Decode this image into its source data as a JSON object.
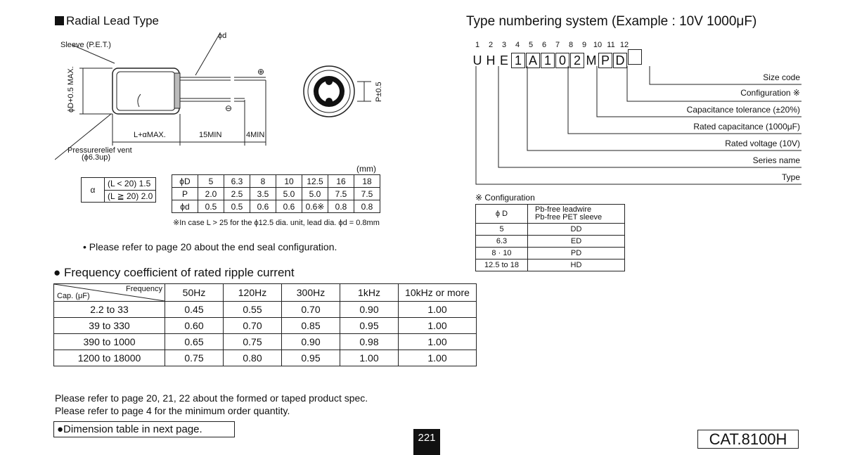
{
  "radial": {
    "title": "Radial Lead Type",
    "sleeve": "Sleeve (P.E.T.)",
    "phid": "ϕd",
    "phiD": "ϕD+0.5 MAX.",
    "vent1": "Pressurerelief vent",
    "vent2": "(ϕ6.3up)",
    "lmax": "L+αMAX.",
    "l15": "15MIN",
    "l4": "4MIN",
    "p": "P±0.5",
    "plus": "⊕",
    "minus": "⊖"
  },
  "alpha": {
    "label": "α",
    "row1": "(L < 20) 1.5",
    "row2": "(L ≧ 20) 2.0"
  },
  "dim": {
    "unit": "(mm)",
    "rows": [
      [
        "ϕD",
        "5",
        "6.3",
        "8",
        "10",
        "12.5",
        "16",
        "18"
      ],
      [
        "P",
        "2.0",
        "2.5",
        "3.5",
        "5.0",
        "5.0",
        "7.5",
        "7.5"
      ],
      [
        "ϕd",
        "0.5",
        "0.5",
        "0.6",
        "0.6",
        "0.6※",
        "0.8",
        "0.8"
      ]
    ],
    "note": "※In case L > 25 for the ϕ12.5 dia. unit, lead dia. ϕd = 0.8mm"
  },
  "endseal": "• Please refer to page 20 about the end seal configuration.",
  "freq": {
    "title": "Frequency coefficient of rated ripple current",
    "corner_top": "Frequency",
    "corner_bottom": "Cap. (μF)",
    "headers": [
      "50Hz",
      "120Hz",
      "300Hz",
      "1kHz",
      "10kHz or more"
    ],
    "rows": [
      [
        "2.2 to 33",
        "0.45",
        "0.55",
        "0.70",
        "0.90",
        "1.00"
      ],
      [
        "39  to 330",
        "0.60",
        "0.70",
        "0.85",
        "0.95",
        "1.00"
      ],
      [
        "390 to 1000",
        "0.65",
        "0.75",
        "0.90",
        "0.98",
        "1.00"
      ],
      [
        "1200 to 18000",
        "0.75",
        "0.80",
        "0.95",
        "1.00",
        "1.00"
      ]
    ]
  },
  "refer1": "Please refer to page 20, 21, 22 about the formed or taped product spec.",
  "refer2": "Please refer to page 4 for the minimum order quantity.",
  "dimtable": "●Dimension table in next page.",
  "page_number": "221",
  "catalog": "CAT.8100H",
  "typenum": {
    "title": "Type numbering system (Example : 10V 1000μF)",
    "positions": [
      "1",
      "2",
      "3",
      "4",
      "5",
      "6",
      "7",
      "8",
      "9",
      "10",
      "11",
      "12"
    ],
    "chars": [
      "U",
      "H",
      "E",
      "1",
      "A",
      "1",
      "0",
      "2",
      "M",
      "P",
      "D",
      ""
    ],
    "labels": [
      "Size code",
      "Configuration ※",
      "Capacitance tolerance (±20%)",
      "Rated capacitance (1000μF)",
      "Rated voltage (10V)",
      "Series name",
      "Type"
    ]
  },
  "config": {
    "title": "※ Configuration",
    "h1": "ϕ D",
    "h2a": "Pb-free leadwire",
    "h2b": "Pb-free PET sleeve",
    "rows": [
      [
        "5",
        "DD"
      ],
      [
        "6.3",
        "ED"
      ],
      [
        "8 · 10",
        "PD"
      ],
      [
        "12.5 to 18",
        "HD"
      ]
    ]
  }
}
